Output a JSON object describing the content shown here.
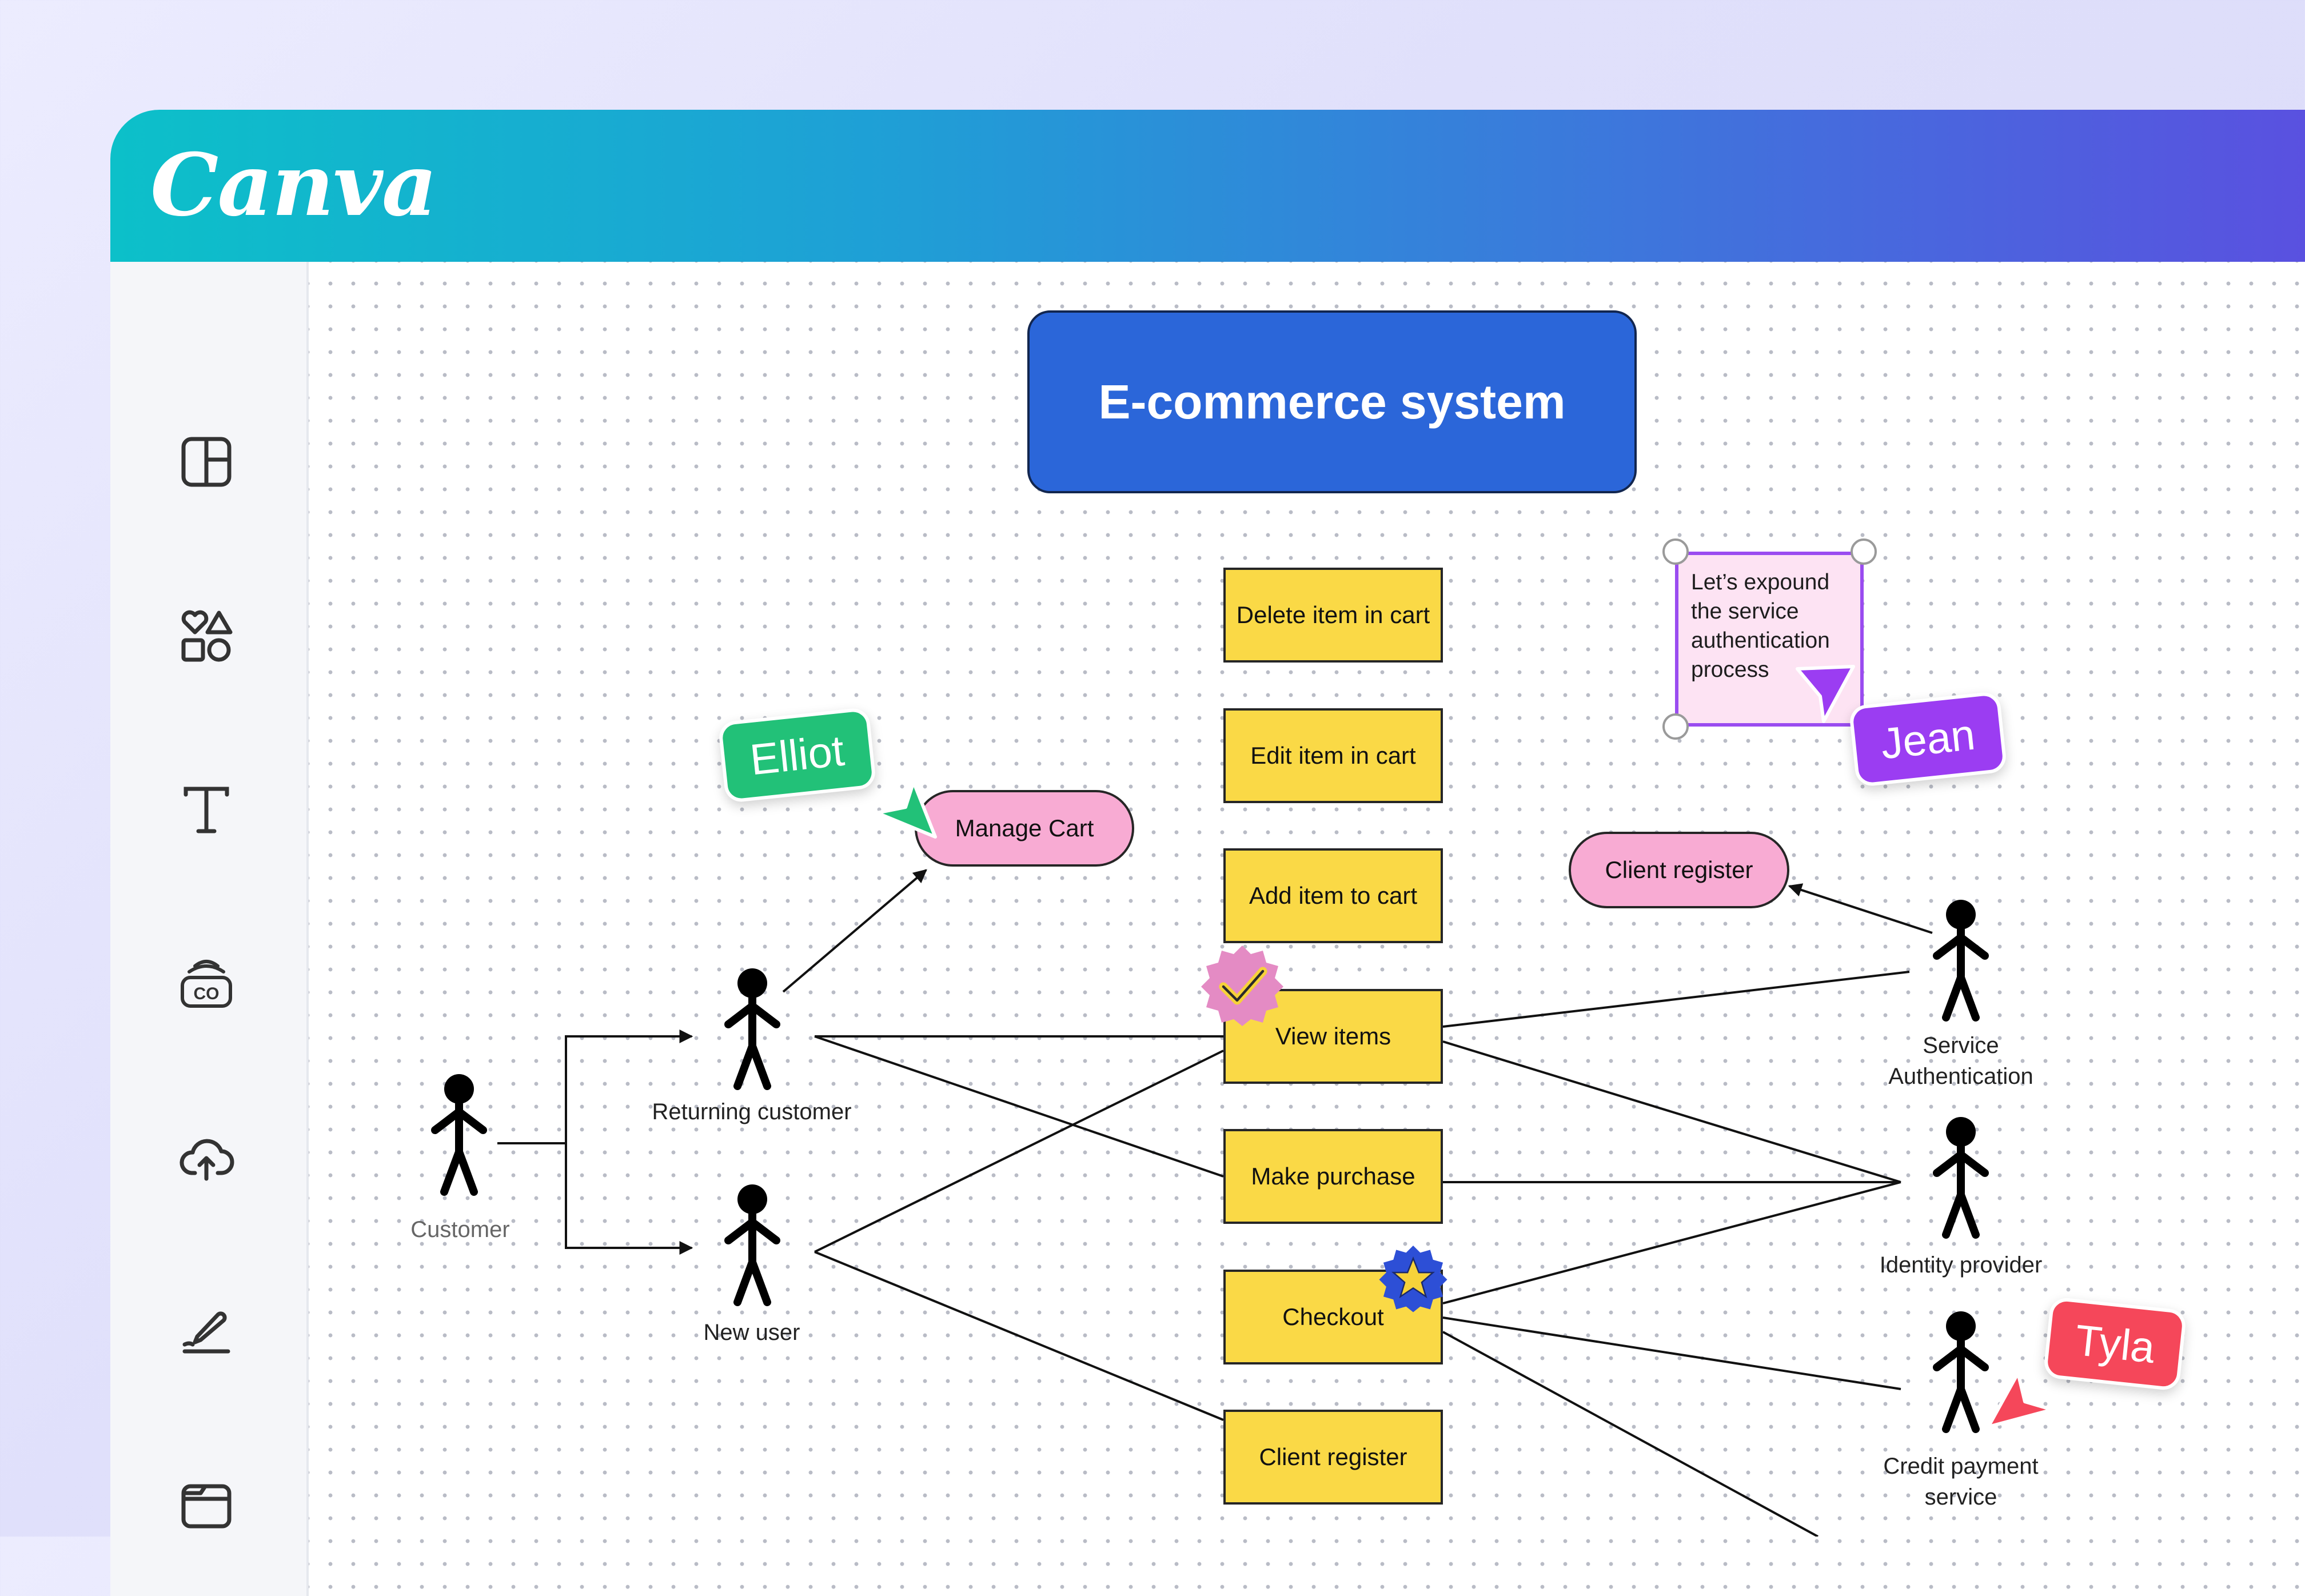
{
  "app": {
    "logo": "Canva"
  },
  "sidebar": {
    "items": [
      {
        "name": "design",
        "icon": "layout-icon"
      },
      {
        "name": "elements",
        "icon": "shapes-icon"
      },
      {
        "name": "text",
        "icon": "text-icon"
      },
      {
        "name": "brand",
        "icon": "brand-icon"
      },
      {
        "name": "uploads",
        "icon": "cloud-upload-icon"
      },
      {
        "name": "draw",
        "icon": "draw-icon"
      },
      {
        "name": "projects",
        "icon": "folder-icon"
      }
    ]
  },
  "diagram": {
    "title": "E-commerce system",
    "use_cases": [
      "Delete item in cart",
      "Edit item in cart",
      "Add item to cart",
      "View items",
      "Make purchase",
      "Checkout",
      "Client register"
    ],
    "pills": {
      "manage_cart": "Manage Cart",
      "client_register": "Client register"
    },
    "actors": {
      "customer": "Customer",
      "returning_customer": "Returning customer",
      "new_user": "New user",
      "service_auth": "Service Authentication",
      "identity_provider": "Identity provider",
      "credit_payment": "Credit payment service"
    },
    "note": "Let’s expound the service authentication process",
    "cursors": {
      "elliot": {
        "name": "Elliot",
        "color": "#22c178"
      },
      "jean": {
        "name": "Jean",
        "color": "#9b3df2"
      },
      "tyla": {
        "name": "Tyla",
        "color": "#f5475a"
      }
    }
  },
  "colors": {
    "title_box": "#2b66d9",
    "sticky": "#fad946",
    "pill": "#f8abd3"
  }
}
